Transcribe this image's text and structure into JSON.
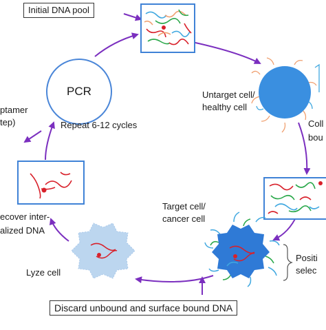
{
  "labels": {
    "initial_pool": "Initial DNA pool",
    "pcr": "PCR",
    "untarget": "Untarget cell/",
    "healthy": "healthy cell",
    "coll": "Coll",
    "bou": "bou",
    "aptamer": "ptamer",
    "step": "tep)",
    "repeat": "Repeat 6-12 cycles",
    "target": "Target cell/",
    "cancer": "cancer cell",
    "recover1": "ecover inter-",
    "recover2": "alized DNA",
    "positive1": "Positi",
    "positive2": "selec",
    "lyze": "Lyze cell",
    "discard": "Discard  unbound and surface bound DNA"
  },
  "colors": {
    "arrow": "#7b2fbf",
    "pcr_ring": "#4a86d8",
    "box_border": "#4a86d8",
    "healthy_cell": "#3a8fe0",
    "target_cell": "#2f7ad6",
    "lysed_cell": "#bcd6ef",
    "dna_red": "#d8202a",
    "dna_green": "#2aa84a",
    "dna_blue": "#40a8e0",
    "dna_orange": "#f0a070"
  }
}
